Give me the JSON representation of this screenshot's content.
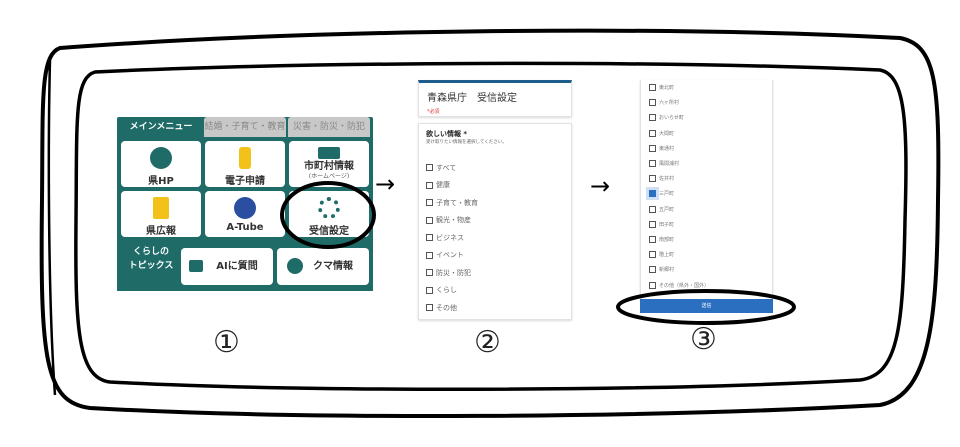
{
  "panel1": {
    "tabs": [
      "メインメニュー",
      "結婚・子育て・教育",
      "災害・防災・防犯"
    ],
    "tiles": [
      "県HP",
      "電子申請",
      "市町村情報",
      "県広報",
      "A-Tube",
      "受信設定"
    ],
    "tile_sub": "(ホームページ)",
    "topics_label": [
      "くらしの",
      "トピックス"
    ],
    "topics": [
      "AIに質問",
      "クマ情報"
    ],
    "accent": "#1f6b68"
  },
  "panel2": {
    "title": "青森県庁　受信設定",
    "required": "*必須",
    "question": "欲しい情報 *",
    "hint": "受け取りたい情報を選択してください。",
    "options": [
      "すべて",
      "健康",
      "子育て・教育",
      "観光・物産",
      "ビジネス",
      "イベント",
      "防災・防犯",
      "くらし",
      "その他"
    ]
  },
  "panel3": {
    "options": [
      "東北町",
      "六ヶ所村",
      "おいらせ町",
      "大間町",
      "東通村",
      "風間浦村",
      "佐井村",
      "三戸町",
      "五戸町",
      "田子町",
      "南部町",
      "階上町",
      "新郷村",
      "その他（県外・国外）"
    ],
    "checked": "三戸町",
    "submit": "送信",
    "accent": "#2a6fc0"
  },
  "steps": [
    "①",
    "②",
    "③"
  ],
  "arrows": [
    "→",
    "→"
  ]
}
